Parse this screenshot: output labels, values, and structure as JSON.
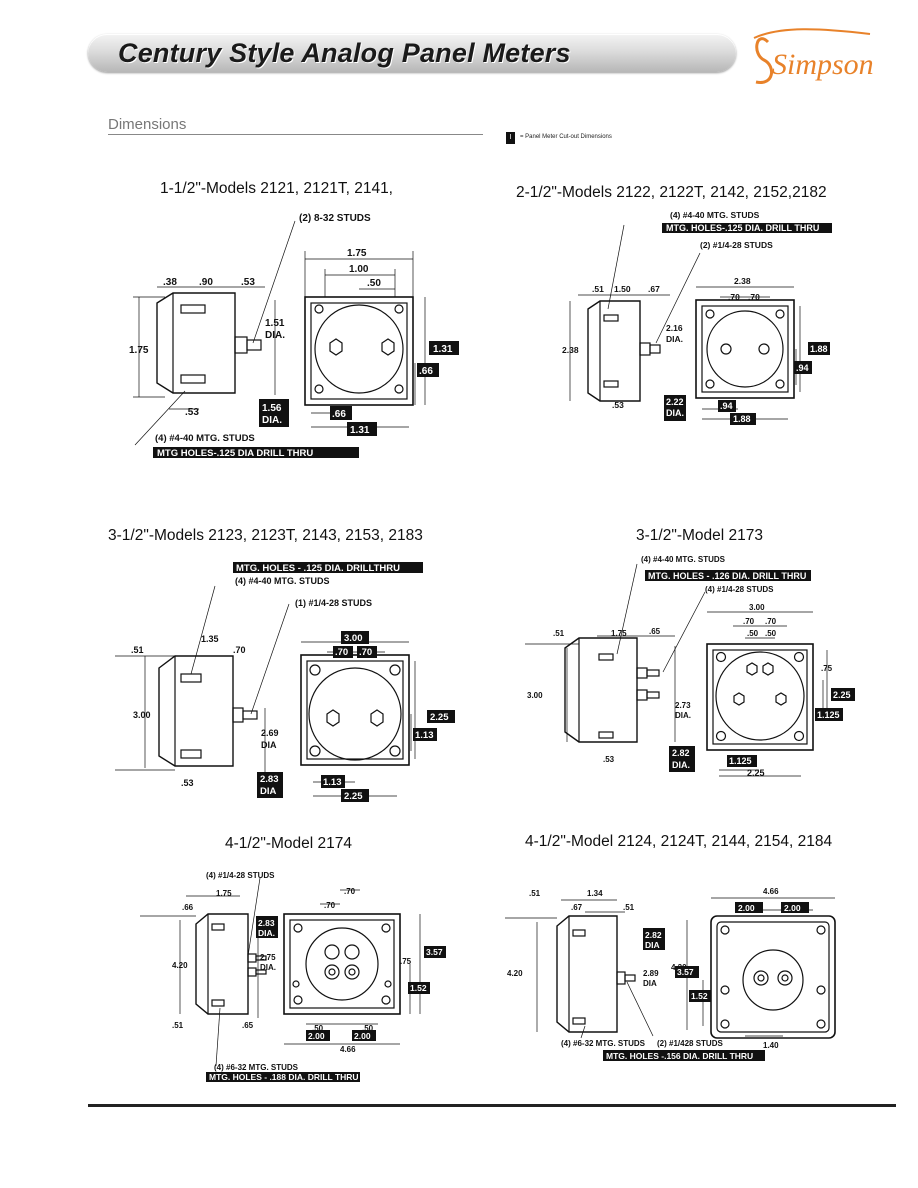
{
  "header": {
    "title": "Century Style Analog Panel Meters",
    "logo_text": "Simpson"
  },
  "section": {
    "title": "Dimensions",
    "legend_mark": "I",
    "legend_text": "= Panel Meter Cut-out Dimensions"
  },
  "colors": {
    "banner": "#cfcfcf",
    "logo": "#e8822a",
    "ink": "#111111"
  },
  "d1": {
    "title": "1-1/2\"-Models 2121, 2121T, 2141,",
    "studs": "(2) 8-32 STUDS",
    "w175": "1.75",
    "w100": "1.00",
    "w050": ".50",
    "t38": ".38",
    "t90": ".90",
    "t53": ".53",
    "dia151": "1.51",
    "dia_lbl": "DIA.",
    "h175": "1.75",
    "c131": "1.31",
    "c66": ".66",
    "b53": ".53",
    "c156": "1.56",
    "c156b": "DIA.",
    "b66": ".66",
    "b131": "1.31",
    "mtg": "(4) #4-40 MTG. STUDS",
    "holes": "MTG HOLES-.125 DIA DRILL THRU"
  },
  "d2": {
    "title": "2-1/2\"-Models 2122, 2122T, 2142, 2152,2182",
    "mtg": "(4) #4-40 MTG. STUDS",
    "holes": "MTG. HOLES-.125 DIA. DRILL THRU",
    "studs": "(2) #1/4-28 STUDS",
    "t51": ".51",
    "t150": "1.50",
    "t67": ".67",
    "w238": "2.38",
    "w70a": ".70",
    "w70b": ".70",
    "dia216": "2.16",
    "dia_lbl": "DIA.",
    "h238": "2.38",
    "c188": "1.88",
    "c94": ".94",
    "b53": ".53",
    "c222": "2.22",
    "c222b": "DIA.",
    "b94": ".94",
    "b188": "1.88"
  },
  "d3": {
    "title": "3-1/2\"-Models 2123, 2123T, 2143, 2153, 2183",
    "holes": "MTG. HOLES - .125 DIA. DRILLTHRU",
    "mtg": "(4) #4-40 MTG. STUDS",
    "studs": "(1) #1/4-28 STUDS",
    "t51": ".51",
    "t135": "1.35",
    "t70": ".70",
    "w300": "3.00",
    "w70a": ".70",
    "w70b": ".70",
    "h300": "3.00",
    "dia269": "2.69",
    "dia_lbl": "DIA",
    "c225": "2.25",
    "c113": "1.13",
    "b53": ".53",
    "c283": "2.83",
    "c283b": "DIA",
    "b113": "1.13",
    "b225": "2.25"
  },
  "d4": {
    "title": "3-1/2\"-Model 2173",
    "mtg": "(4) #4-40 MTG. STUDS",
    "holes": "MTG. HOLES - .126 DIA. DRILL THRU",
    "studs": "(4) #1/4-28 STUDS",
    "t51": ".51",
    "t175": "1.75",
    "t65": ".65",
    "w300": "3.00",
    "w70a": ".70",
    "w70b": ".70",
    "w50a": ".50",
    "w50b": ".50",
    "h300": "3.00",
    "dia273": "2.73",
    "dia_lbl": "DIA.",
    "c75": ".75",
    "c225": "2.25",
    "c1125": "1.125",
    "b53": ".53",
    "c282": "2.82",
    "c282b": "DIA.",
    "b1125": "1.125",
    "b225": "2.25"
  },
  "d5": {
    "title": "4-1/2\"-Model 2174",
    "studs": "(4) #1/4-28 STUDS",
    "t175": "1.75",
    "t66": ".66",
    "c283": "2.83",
    "c283b": "DIA.",
    "w70a": ".70",
    "w70b": ".70",
    "dia275": "2.75",
    "dia_lbl": "DIA.",
    "c357": "3.57",
    "c75": ".75",
    "c152": "1.52",
    "h420": "4.20",
    "b51": ".51",
    "b65": ".65",
    "w50a": ".50",
    "w50b": ".50",
    "b200a": "2.00",
    "b200b": "2.00",
    "b466": "4.66",
    "mtg": "(4) #6-32 MTG. STUDS",
    "holes": "MTG. HOLES - .188 DIA. DRILL THRU"
  },
  "d6": {
    "title": "4-1/2\"-Model 2124, 2124T, 2144, 2154, 2184",
    "t51": ".51",
    "t134": "1.34",
    "t67": ".67",
    "t51b": ".51",
    "w466": "4.66",
    "w200a": "2.00",
    "w200b": "2.00",
    "c282": "2.82",
    "c282b": "DIA",
    "h420a": "4.20",
    "h420b": "4.20",
    "dia289": "2.89",
    "dia_lbl": "DIA",
    "c357": "3.57",
    "c152": "1.52",
    "b140": "1.40",
    "mtg": "(4) #6-32 MTG. STUDS",
    "studs": "(2) #1/428 STUDS",
    "holes": "MTG. HOLES -.156 DIA. DRILL THRU"
  }
}
